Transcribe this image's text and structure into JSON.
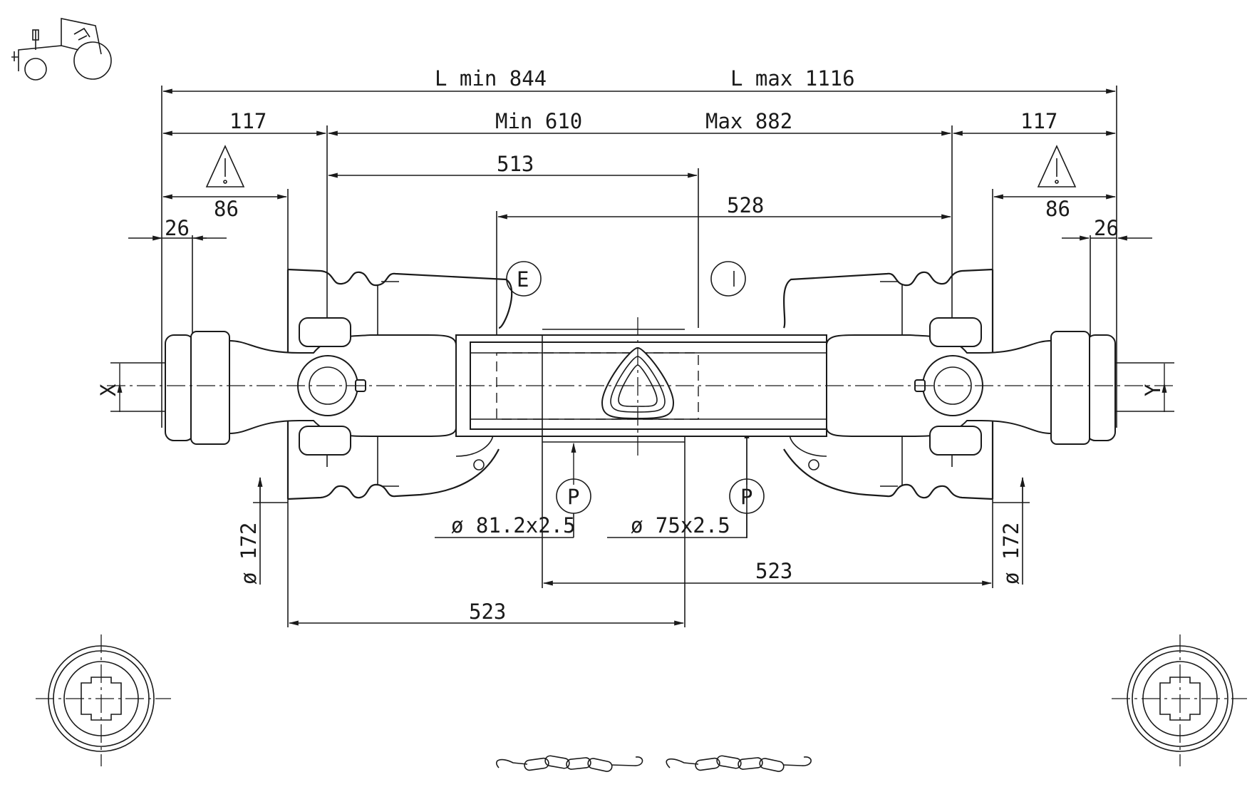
{
  "dimensions": {
    "l_min": "L min 844",
    "l_max": "L max 1116",
    "left_end": "117",
    "right_end": "117",
    "min": "Min 610",
    "max": "Max 882",
    "d513": "513",
    "d528": "528",
    "left_86": "86",
    "right_86": "86",
    "left_26": "26",
    "right_26": "26",
    "left_dia": "ø 172",
    "right_dia": "ø 172",
    "tube_outer": "ø 81.2x2.5",
    "tube_inner": "ø 75x2.5",
    "d523_lower": "523",
    "d523_upper": "523"
  },
  "callouts": {
    "outer_tube": "E",
    "inner_tube": "I",
    "profile_outer": "P",
    "profile_inner": "P"
  },
  "shaft_ends": {
    "left": "X",
    "right": "Y"
  },
  "icons": {
    "tractor": "tractor-icon",
    "warning": "warning-triangle-icon",
    "yoke": "splined-yoke-icon",
    "chain": "safety-chain-icon"
  }
}
